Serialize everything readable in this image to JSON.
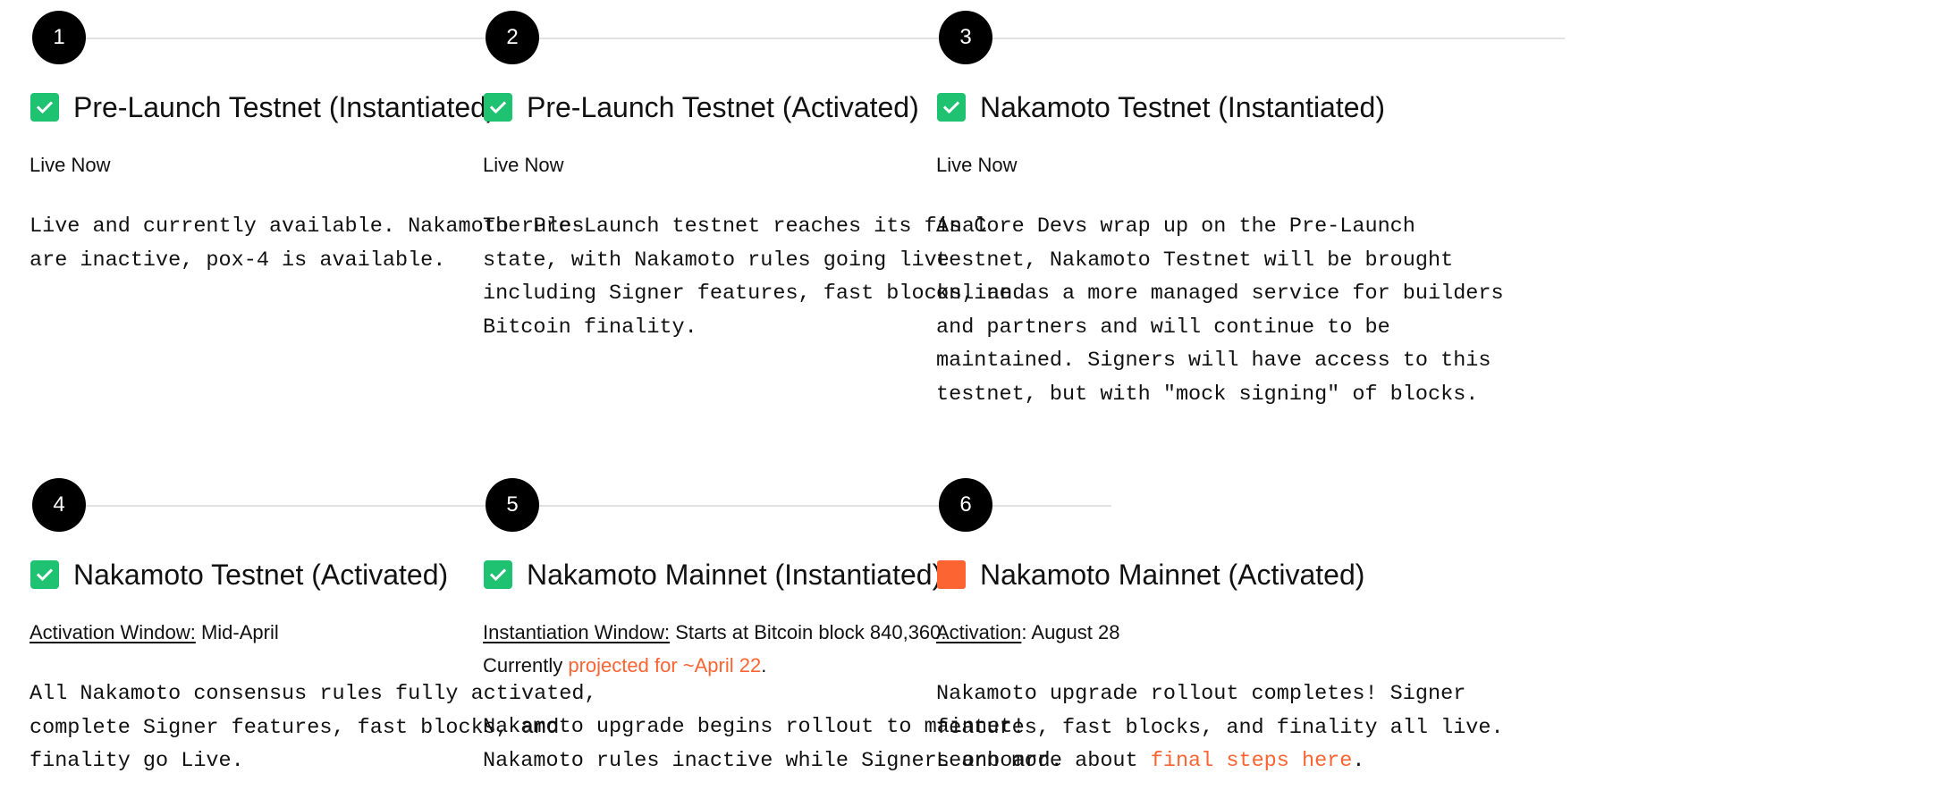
{
  "colors": {
    "check_green": "#1fc271",
    "pending_orange": "#fc6432",
    "link_orange": "#fc6432",
    "number_bg": "#000000",
    "divider": "#e2e2e2"
  },
  "steps": [
    {
      "number": "1",
      "status_icon": "check-icon",
      "title": "Pre-Launch Testnet (Instantiated)",
      "meta_text": "Live Now",
      "description": "Live and currently available. Nakamoto rules\nare inactive, pox-4 is available."
    },
    {
      "number": "2",
      "status_icon": "check-icon",
      "title": "Pre-Launch Testnet (Activated)",
      "meta_text": "Live Now",
      "description": "The Pre-Launch testnet reaches its final\nstate, with Nakamoto rules going live\nincluding Signer features, fast blocks, and\nBitcoin finality."
    },
    {
      "number": "3",
      "status_icon": "check-icon",
      "title": "Nakamoto Testnet (Instantiated)",
      "meta_text": "Live Now",
      "description": "As Core Devs wrap up on the Pre-Launch\ntestnet, Nakamoto Testnet will be brought\nonline as a more managed service for builders\nand partners and will continue to be\nmaintained. Signers will have access to this\ntestnet, but with \"mock signing\" of blocks."
    },
    {
      "number": "4",
      "status_icon": "check-icon",
      "title": "Nakamoto Testnet (Activated)",
      "meta_label": "Activation Window:",
      "meta_value": " Mid-April",
      "description": "All Nakamoto consensus rules fully activated,\ncomplete Signer features, fast blocks, and\nfinality go Live."
    },
    {
      "number": "5",
      "status_icon": "check-icon",
      "title": "Nakamoto Mainnet (Instantiated)",
      "meta_label": "Instantiation Window:",
      "meta_value": " Starts at Bitcoin block 840,360.",
      "meta_line2_prefix": "Currently ",
      "meta_line2_link": "projected for ~April 22",
      "meta_line2_suffix": ".",
      "description": "Nakamoto upgrade begins rollout to mainnet!\nNakamoto rules inactive while Signers onboard."
    },
    {
      "number": "6",
      "status_icon": "pending-square-icon",
      "title": "Nakamoto Mainnet (Activated)",
      "meta_label": "Activation",
      "meta_value": ": August 28",
      "description": "Nakamoto upgrade rollout completes! Signer\nfeatures, fast blocks, and finality all live.\nLearn more about ",
      "description_link": "final steps here",
      "description_suffix": "."
    }
  ]
}
